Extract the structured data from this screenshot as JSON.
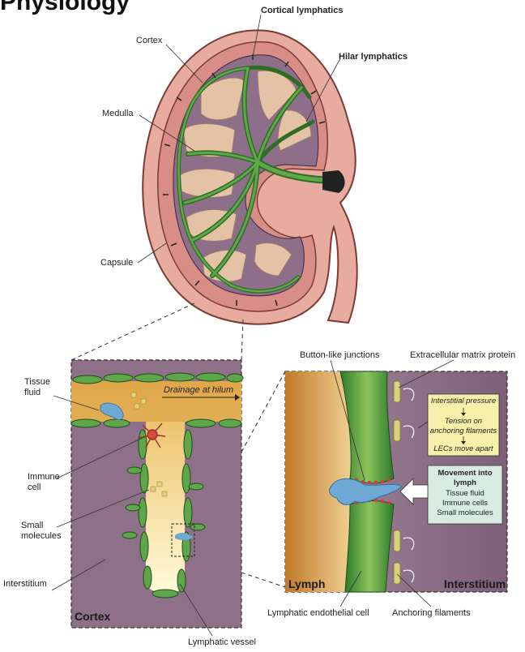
{
  "title": "Physiology",
  "labels": {
    "cortical_lymphatics": "Cortical lymphatics",
    "hilar_lymphatics": "Hilar lymphatics",
    "cortex": "Cortex",
    "medulla": "Medulla",
    "capsule": "Capsule",
    "tissue_fluid": "Tissue\nfluid",
    "immune_cell": "Immune\ncell",
    "small_molecules": "Small\nmolecules",
    "interstitium": "Interstitium",
    "lymphatic_vessel": "Lymphatic vessel",
    "button_junctions": "Button-like junctions",
    "ecm_protein": "Extracellular matrix protein",
    "lymphatic_endothelial_cell": "Lymphatic endothelial cell",
    "anchoring_filaments": "Anchoring filaments"
  },
  "left_panel": {
    "drainage": "Drainage at hilum",
    "corner": "Cortex"
  },
  "right_panel": {
    "lymph": "Lymph",
    "interstitium": "Interstitium",
    "pressure_box": {
      "line1": "Interstitial pressure",
      "line2": "Tension on anchoring filaments",
      "line3": "LECs move apart"
    },
    "movement_box": {
      "title": "Movement into lymph",
      "items": [
        "Tissue fluid",
        "Immune cells",
        "Small molecules"
      ]
    }
  },
  "colors": {
    "capsule": "#e2a79c",
    "medulla_bg": "#8e6f8a",
    "pyramid": "#e4c2a6",
    "lymphatic": "#4f9a3c",
    "lymph_fluid": "#d7a74a",
    "interstitium": "#8e7088",
    "pressure_box": "#f7efaa",
    "movement_box": "#d8ece3"
  }
}
